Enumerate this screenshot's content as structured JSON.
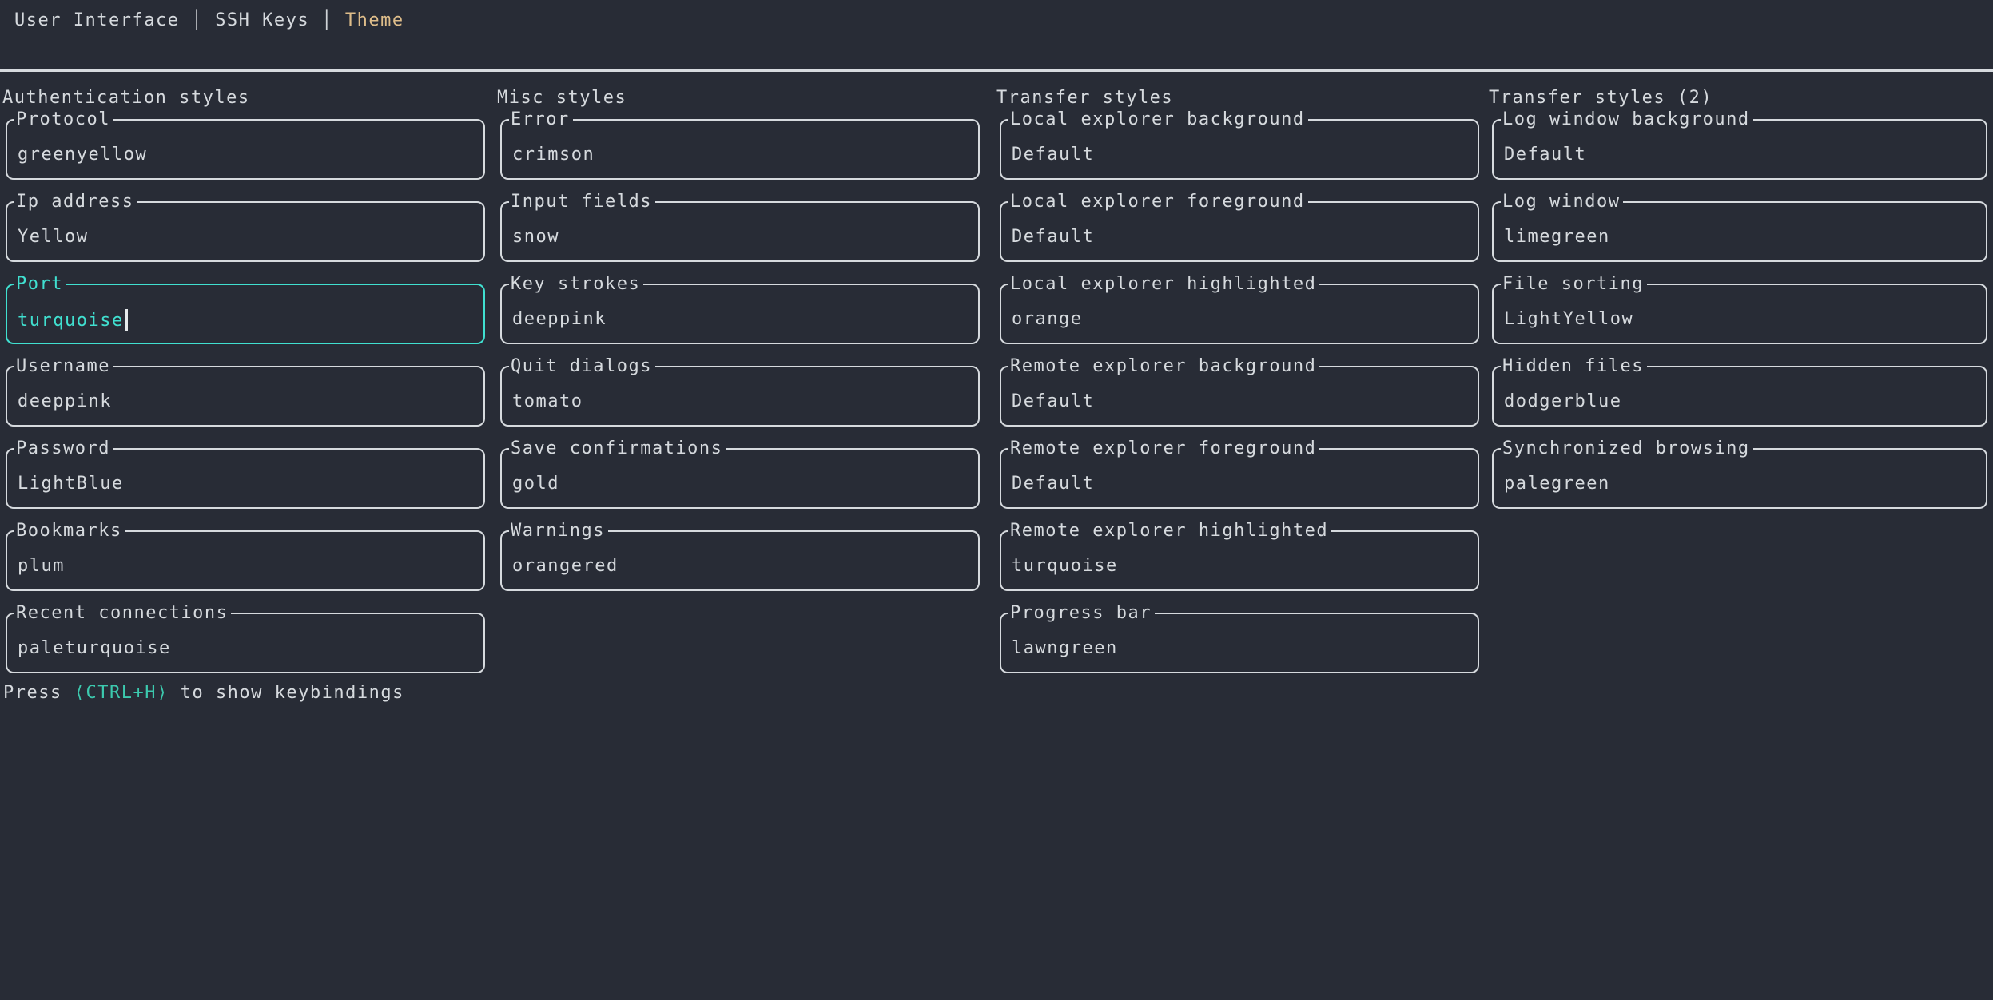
{
  "colors": {
    "background": "#282c36",
    "foreground": "#d6dade",
    "focused_accent": "#40e0d0",
    "active_tab": "#debd8a",
    "keybinding_hint": "#3cc9ae"
  },
  "tabs": {
    "separator": "│",
    "items": [
      {
        "label": "User Interface",
        "active": false
      },
      {
        "label": "SSH Keys",
        "active": false
      },
      {
        "label": "Theme",
        "active": true
      }
    ]
  },
  "sections": [
    {
      "title": "Authentication styles",
      "fields": [
        {
          "label": "Protocol",
          "value": "greenyellow"
        },
        {
          "label": "Ip address",
          "value": "Yellow"
        },
        {
          "label": "Port",
          "value": "turquoise",
          "focused": true
        },
        {
          "label": "Username",
          "value": "deeppink"
        },
        {
          "label": "Password",
          "value": "LightBlue"
        },
        {
          "label": "Bookmarks",
          "value": "plum"
        },
        {
          "label": "Recent connections",
          "value": "paleturquoise"
        }
      ]
    },
    {
      "title": "Misc styles",
      "fields": [
        {
          "label": "Error",
          "value": "crimson"
        },
        {
          "label": "Input fields",
          "value": "snow"
        },
        {
          "label": "Key strokes",
          "value": "deeppink"
        },
        {
          "label": "Quit dialogs",
          "value": "tomato"
        },
        {
          "label": "Save confirmations",
          "value": "gold"
        },
        {
          "label": "Warnings",
          "value": "orangered"
        }
      ]
    },
    {
      "title": "Transfer styles",
      "fields": [
        {
          "label": "Local explorer background",
          "value": "Default"
        },
        {
          "label": "Local explorer foreground",
          "value": "Default"
        },
        {
          "label": "Local explorer highlighted",
          "value": "orange"
        },
        {
          "label": "Remote explorer background",
          "value": "Default"
        },
        {
          "label": "Remote explorer foreground",
          "value": "Default"
        },
        {
          "label": "Remote explorer highlighted",
          "value": "turquoise"
        },
        {
          "label": "Progress bar",
          "value": "lawngreen"
        }
      ]
    },
    {
      "title": "Transfer styles (2)",
      "fields": [
        {
          "label": "Log window background",
          "value": "Default"
        },
        {
          "label": "Log window",
          "value": "limegreen"
        },
        {
          "label": "File sorting",
          "value": "LightYellow"
        },
        {
          "label": "Hidden files",
          "value": "dodgerblue"
        },
        {
          "label": "Synchronized browsing",
          "value": "palegreen"
        }
      ]
    }
  ],
  "footer": {
    "prefix": "Press",
    "key": "⟨CTRL+H⟩",
    "suffix": "to show keybindings"
  }
}
